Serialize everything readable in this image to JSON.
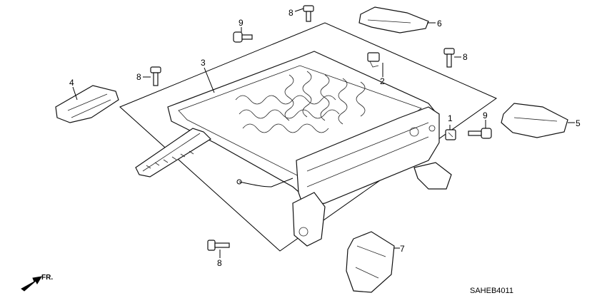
{
  "callouts": {
    "c1": "1",
    "c2": "2",
    "c3": "3",
    "c4": "4",
    "c5": "5",
    "c6": "6",
    "c7": "7",
    "c8a": "8",
    "c8b": "8",
    "c8c": "8",
    "c8d": "8",
    "c9a": "9",
    "c9b": "9"
  },
  "diagram_code": "SAHEB4011",
  "direction_label": "FR."
}
